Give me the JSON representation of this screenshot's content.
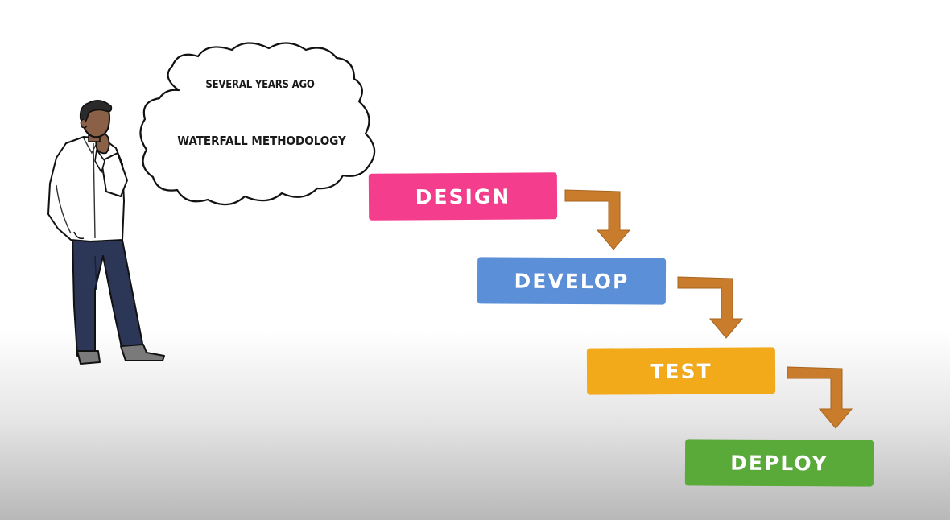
{
  "cloud": {
    "line1": "SEVERAL YEARS AGO",
    "line2": "WATERFALL METHODOLOGY"
  },
  "steps": [
    {
      "label": "DESIGN",
      "color": "#f43d8c"
    },
    {
      "label": "DEVELOP",
      "color": "#5b8fd8"
    },
    {
      "label": "TEST",
      "color": "#f2a91a"
    },
    {
      "label": "DEPLOY",
      "color": "#5aaa3a"
    }
  ],
  "arrow_color": "#c97d2c",
  "figure": {
    "icon": "thinking-person-illustration",
    "shirt_color": "#ffffff",
    "pants_color": "#2c3656",
    "skin_color": "#8a6147",
    "hair_color": "#2a2a2a",
    "shoe_color": "#7a7a7a"
  }
}
